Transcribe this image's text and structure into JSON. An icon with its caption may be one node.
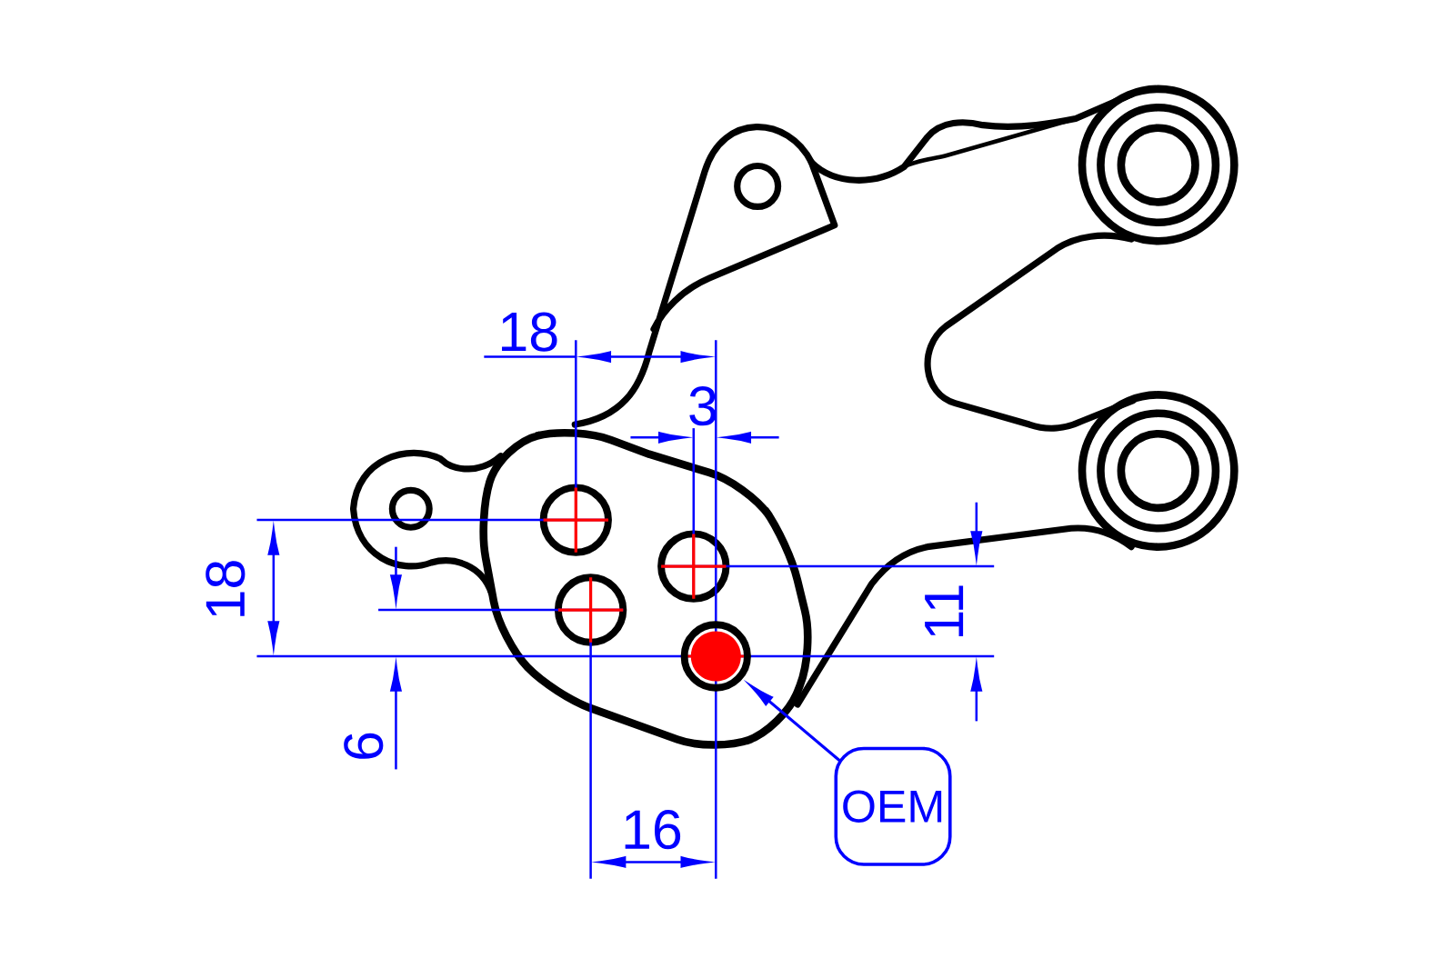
{
  "diagram": {
    "nodes": [
      {
        "text": [
          "OEM"
        ]
      },
      {
        "text": [],
        "shape": "circle"
      }
    ],
    "edges": [
      {
        "from": 0,
        "to": 1,
        "arrow": "to"
      }
    ],
    "labels": [
      "18",
      "3",
      "18",
      "11",
      "6",
      "16"
    ]
  }
}
